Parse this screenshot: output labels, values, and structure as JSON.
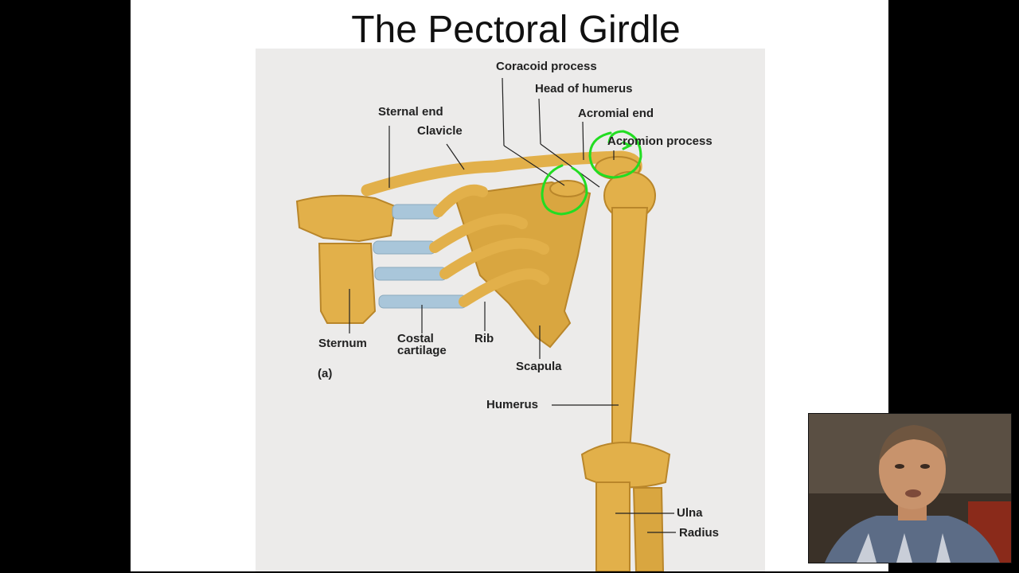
{
  "slide": {
    "title": "The Pectoral Girdle"
  },
  "figure": {
    "panel_label": "(a)",
    "labels": {
      "coracoid_process": "Coracoid process",
      "head_of_humerus": "Head of humerus",
      "acromial_end": "Acromial end",
      "acromion_process": "Acromion process",
      "sternal_end": "Sternal end",
      "clavicle": "Clavicle",
      "sternum": "Sternum",
      "costal_cartilage_line1": "Costal",
      "costal_cartilage_line2": "cartilage",
      "rib": "Rib",
      "scapula": "Scapula",
      "humerus": "Humerus",
      "ulna": "Ulna",
      "radius": "Radius"
    }
  },
  "annotations": {
    "ink_color": "#22dd22"
  },
  "colors": {
    "bone": "#e2b04a",
    "bone_shadow": "#b9862a",
    "cartilage": "#a9c6da",
    "figure_bg": "#ecebea",
    "slide_bg": "#ffffff",
    "frame_bg": "#000000"
  }
}
